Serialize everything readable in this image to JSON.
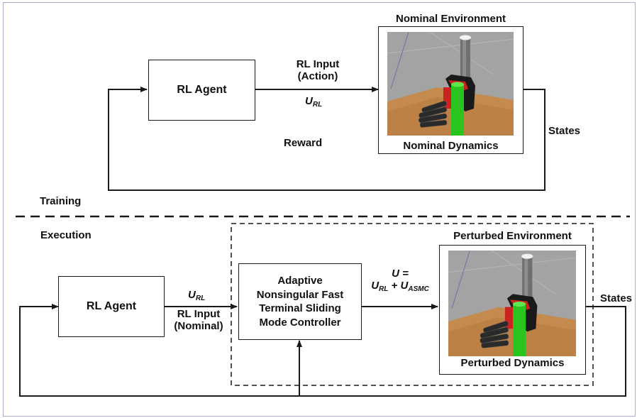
{
  "training": {
    "section_label": "Training",
    "agent_label": "RL Agent",
    "input_label_line1": "RL Input",
    "input_label_line2": "(Action)",
    "u_rl_main": "U",
    "u_rl_sub": "RL",
    "reward_label": "Reward",
    "states_label": "States",
    "env_title": "Nominal Environment",
    "env_caption": "Nominal Dynamics"
  },
  "execution": {
    "section_label": "Execution",
    "agent_label": "RL Agent",
    "u_rl_main": "U",
    "u_rl_sub": "RL",
    "input_label_line1": "RL Input",
    "input_label_line2": "(Nominal)",
    "controller_lines": [
      "Adaptive",
      "Nonsingular Fast",
      "Terminal Sliding",
      "Mode Controller"
    ],
    "u_eq_line1": "U =",
    "u_rl_sub2": "RL",
    "u_plus": " + ",
    "u_asmc_main": "U",
    "u_asmc_sub": "ASMC",
    "states_label": "States",
    "env_title": "Perturbed Environment",
    "env_caption": "Perturbed Dynamics"
  },
  "colors": {
    "frame_border": "#b9a7cf",
    "line": "#1a1a1a",
    "cylinder_green": "#29c41d",
    "table_wood": "#c58a4e",
    "scene_gray": "#9a9a9a",
    "hand_red": "#cc2222"
  }
}
